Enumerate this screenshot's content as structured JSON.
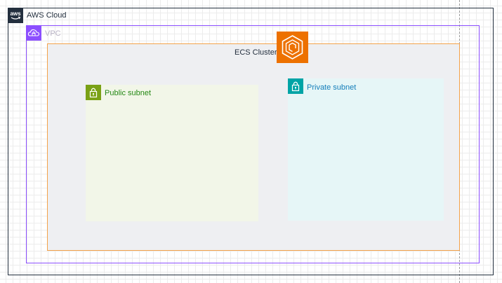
{
  "diagram": {
    "aws_cloud": {
      "label": "AWS Cloud",
      "badge_icon": "aws-logo-icon",
      "border_color": "#232f3e"
    },
    "vpc": {
      "label": "VPC",
      "badge_icon": "vpc-cloud-lock-icon",
      "border_color": "#8c4fff"
    },
    "ecs_cluster": {
      "label": "ECS Cluster",
      "service_icon": "amazon-ecs-icon",
      "border_color": "#f3a24a",
      "icon_color": "#ed7100"
    },
    "public_subnet": {
      "label": "Public subnet",
      "badge_icon": "padlock-icon",
      "accent_color": "#7aa116",
      "fill_color": "#f2f6e8"
    },
    "private_subnet": {
      "label": "Private subnet",
      "badge_icon": "padlock-icon",
      "accent_color": "#00a4a6",
      "fill_color": "#e6f6f7"
    }
  }
}
